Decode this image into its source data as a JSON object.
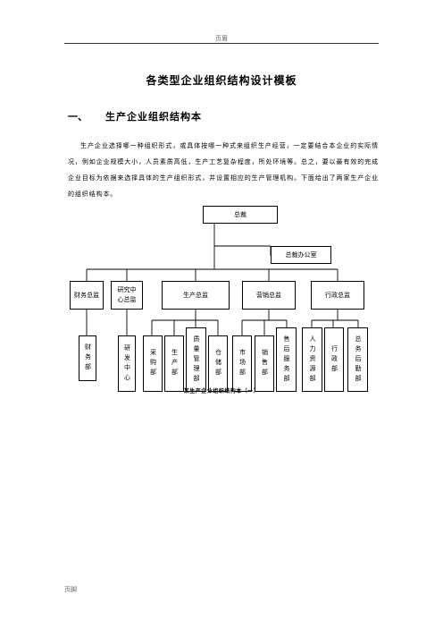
{
  "header": {
    "text": "页眉"
  },
  "footer": {
    "text": "页脚"
  },
  "title": "各类型企业组织结构设计模板",
  "section": {
    "number": "一、",
    "title": "生产企业组织结构本"
  },
  "paragraph": "生产企业选择哪一种组织形式，或具体按哪一种式来组织生产经营，一定要结合本企业的实际情况，例如企业规模大小，人员素质高低，生产工艺复杂程度，所处环境等。总之，要以最有效的完成企业目标为依据来选择具体的生产组织形式，并设置相应的生产管理机构。下面给出了两家生产企业的组织结构本。",
  "org": {
    "ceo": "总裁",
    "ceo_office": "总裁办公室",
    "level2": {
      "finance": "财务总监",
      "rnd": "研究中心总监",
      "production": "生产总监",
      "marketing": "营销总监",
      "admin": "行政总监"
    },
    "level3": {
      "finance_dept": "财务部",
      "rnd_center": "研发中心",
      "purchasing": "采购部",
      "production_dept": "生产部",
      "quality": "质量管理部",
      "warehouse": "仓储部",
      "market": "市场部",
      "sales": "销售部",
      "after_sales": "售后服务部",
      "hr": "人力资源部",
      "admin_dept": "行政部",
      "logistics": "总务后勤部"
    }
  },
  "caption": "某生产企业组织结构本（一）"
}
